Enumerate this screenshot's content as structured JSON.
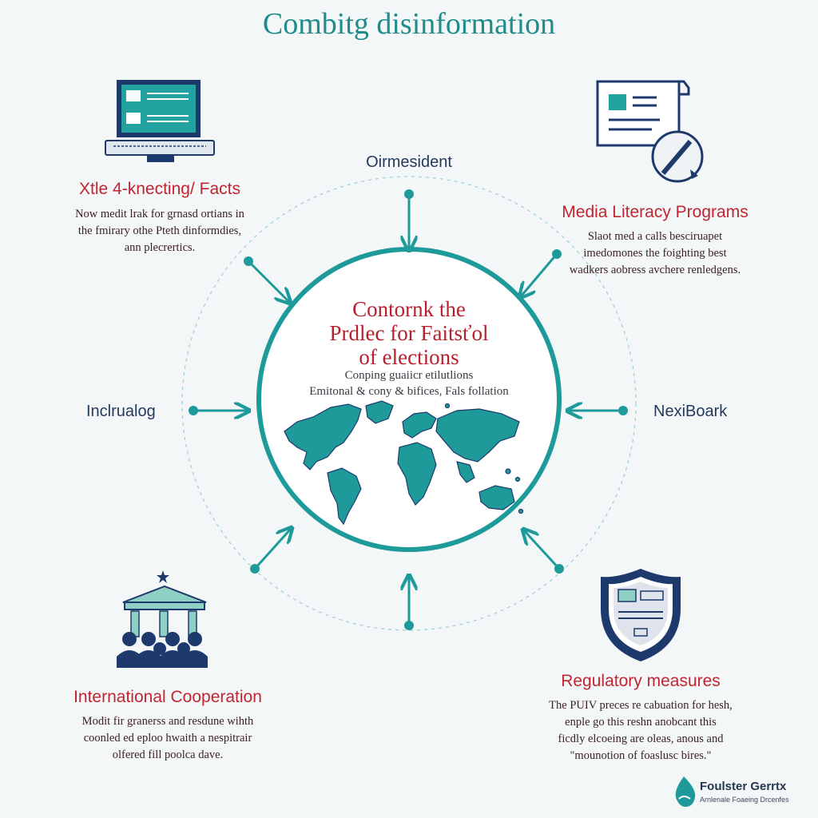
{
  "title": "Combitg disinformation",
  "center": {
    "title_lines": [
      "Contornk the",
      "Prdlec for Faitsťol",
      "of elections"
    ],
    "subtitle_lines": [
      "Conping guaiicr etilutlions",
      "Emitonal & cony & bifices, Fals follation"
    ]
  },
  "labels": {
    "top": "Oirmesident",
    "left": "Inclrualog",
    "right": "NexiBoark"
  },
  "sections": {
    "fact_checking": {
      "heading": "Xtle 4-knecting/ Facts",
      "body_lines": [
        "Now medit lrak for grnasd ortians in",
        "the fmirary othe Pteth dinformdies,",
        "ann plecrertics."
      ],
      "icon": "laptop-icon"
    },
    "media_literacy": {
      "heading": "Media Literacy Programs",
      "body_lines": [
        "Slaot med a calls besciruapet",
        "imedomones the foighting best",
        "wadkers aobress avchere renledgens."
      ],
      "icon": "document-pencil-icon"
    },
    "international": {
      "heading": "International Cooperation",
      "body_lines": [
        "Modit fir granerss and resdune wihth",
        "coonled ed eploo hwaith a nespitrair",
        "olfered fill poolca dave."
      ],
      "icon": "government-building-icon"
    },
    "regulatory": {
      "heading": "Regulatory measures",
      "body_lines": [
        "The PUIV preces re cabuation for hesh,",
        "enple go this reshn anobcant this",
        "ficdly elcoeing are oleas, anous and",
        "\"mounotion of foaslusc bires.\""
      ],
      "icon": "shield-icon"
    }
  },
  "logo": {
    "name": "Foulster Gerrtx",
    "tagline": "Arnlenale Foaeing Drcenfes"
  },
  "colors": {
    "teal": "#1f9a9a",
    "navy": "#1e3a6d",
    "red": "#c22530"
  }
}
